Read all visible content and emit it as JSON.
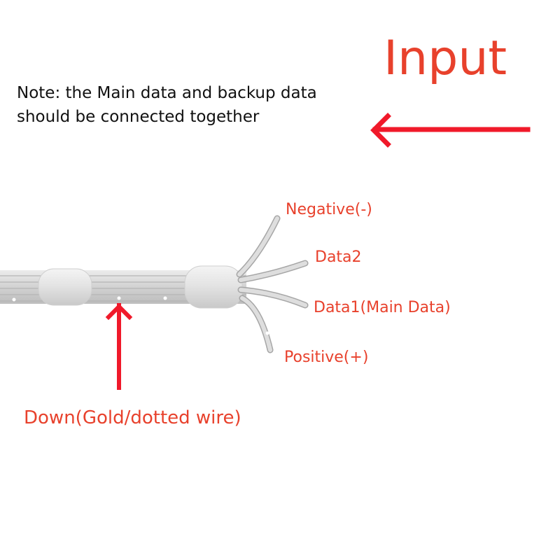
{
  "title": "Input",
  "note": {
    "line1": "Note: the Main data and backup data",
    "line2": "should be connected together"
  },
  "labels": {
    "negative": "Negative(-)",
    "data2": "Data2",
    "data1": "Data1(Main Data)",
    "positive": "Positive(+)",
    "down": "Down(Gold/dotted wire)"
  },
  "colors": {
    "accent": "#e8412c",
    "arrow": "#f0192a",
    "wire": "#d4d4d4",
    "wire_edge": "#a8a8a8",
    "sleeve": "#e6e6e6"
  }
}
